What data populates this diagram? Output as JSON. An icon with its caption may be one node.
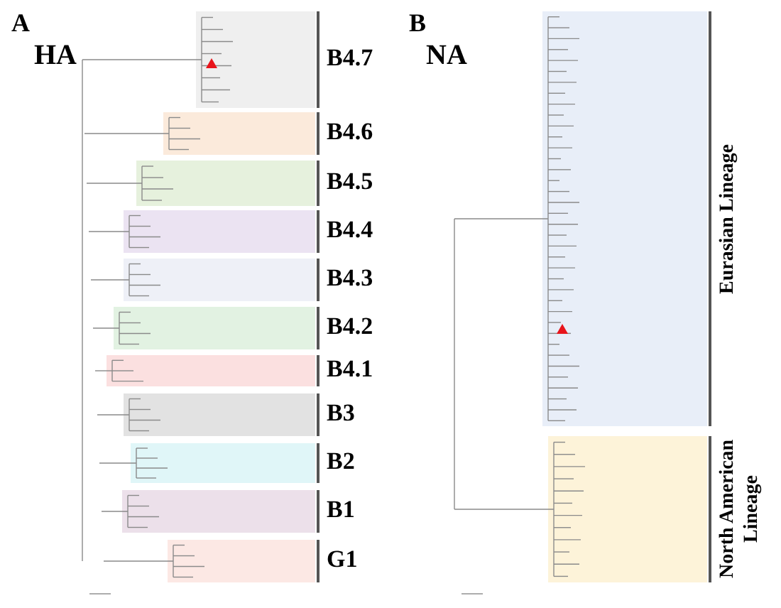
{
  "diagram": {
    "nodes": [
      {
        "text": [
          "B4.7"
        ]
      },
      {
        "text": [
          "B4.6"
        ]
      },
      {
        "text": [
          "B4.5"
        ]
      },
      {
        "text": [
          "B4.4"
        ]
      },
      {
        "text": [
          "B4.3"
        ]
      },
      {
        "text": [
          "B4.2"
        ]
      },
      {
        "text": [
          "B4.1"
        ]
      },
      {
        "text": [
          "B3"
        ]
      },
      {
        "text": [
          "B2"
        ]
      },
      {
        "text": [
          "B1"
        ]
      },
      {
        "text": [
          "G1"
        ]
      },
      {
        "text": [
          "Eurasian Lineage"
        ]
      },
      {
        "text": [
          "North American Lineage"
        ]
      }
    ],
    "labels": [
      "A",
      "HA",
      "B",
      "NA"
    ]
  }
}
